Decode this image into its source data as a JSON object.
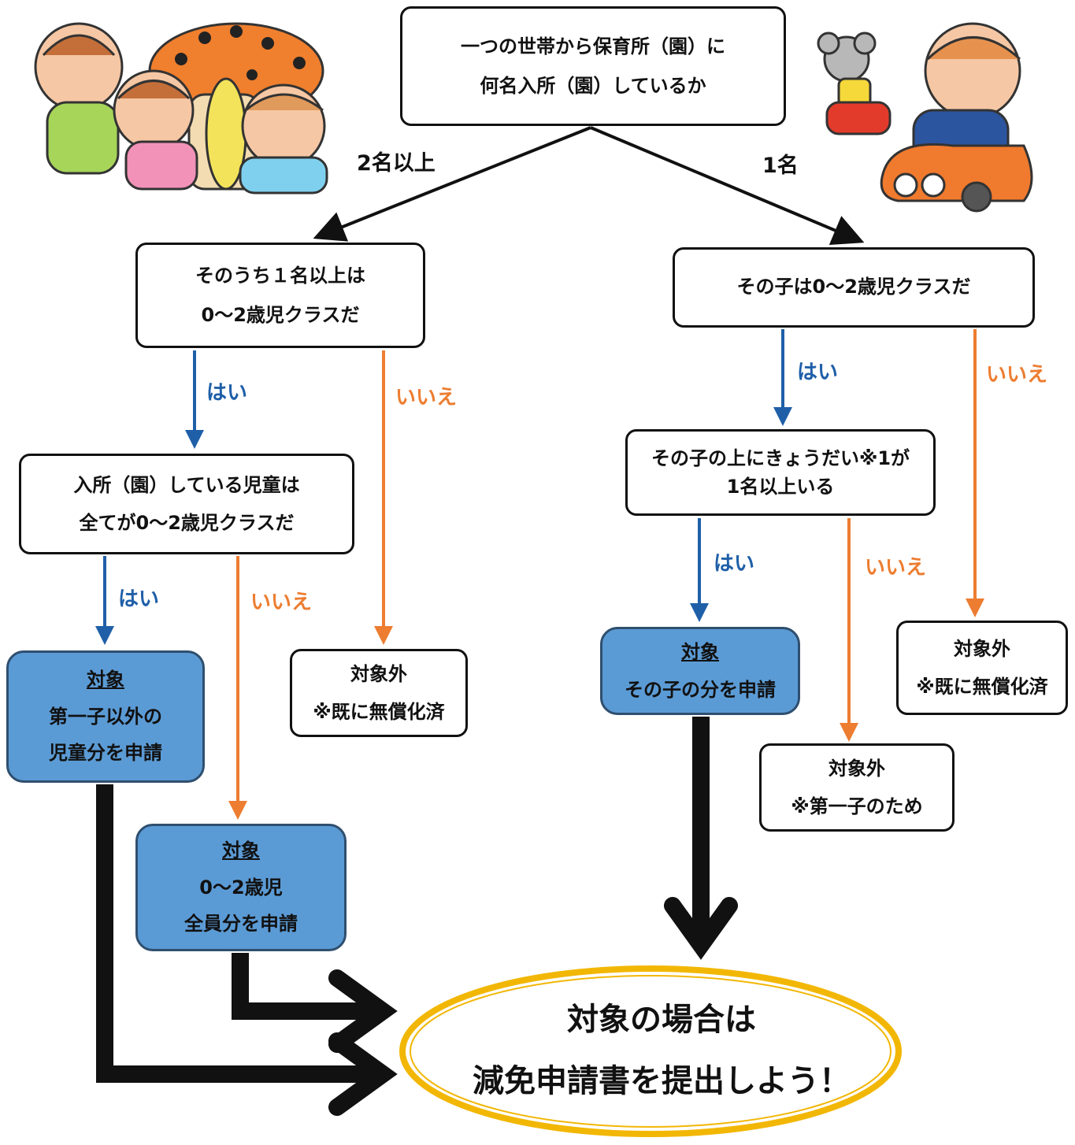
{
  "question_top": {
    "line1": "一つの世帯から保育所（園）に",
    "line2": "何名入所（園）しているか"
  },
  "branch_labels": {
    "two_or_more": "2名以上",
    "one": "1名",
    "yes": "はい",
    "no": "いいえ"
  },
  "left": {
    "q1": {
      "line1": "そのうち１名以上は",
      "line2": "0～2歳児クラスだ"
    },
    "q2": {
      "line1": "入所（園）している児童は",
      "line2": "全てが0～2歳児クラスだ"
    },
    "result_target_a": {
      "head": "対象",
      "line1": "第一子以外の",
      "line2": "児童分を申請"
    },
    "result_target_b": {
      "head": "対象",
      "line1": "0～2歳児",
      "line2": "全員分を申請"
    },
    "result_excluded": {
      "line1": "対象外",
      "line2": "※既に無償化済"
    }
  },
  "right": {
    "q1": {
      "line1": "その子は0～2歳児クラスだ"
    },
    "q2": {
      "line1": "その子の上にきょうだい※1が",
      "line2": "1名以上いる"
    },
    "result_target": {
      "head": "対象",
      "line1": "その子の分を申請"
    },
    "result_excluded_first": {
      "line1": "対象外",
      "line2": "※第一子のため"
    },
    "result_excluded_free": {
      "line1": "対象外",
      "line2": "※既に無償化済"
    }
  },
  "conclusion": {
    "line1": "対象の場合は",
    "line2": "減免申請書を提出しよう！"
  },
  "colors": {
    "yes_arrow": "#1f5fa8",
    "no_arrow": "#ed7d31",
    "target_box": "#5b9bd5",
    "ellipse_border": "#f2b705"
  },
  "icons": [
    "kids-group-illustration",
    "child-toy-car-illustration"
  ]
}
